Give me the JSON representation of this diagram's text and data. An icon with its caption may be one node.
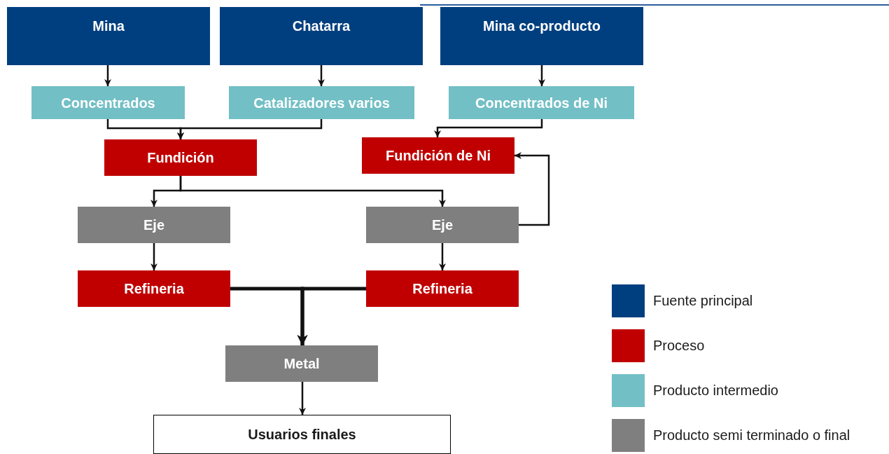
{
  "diagram": {
    "nodes": [
      {
        "text": [
          "Mina"
        ]
      },
      {
        "text": [
          "Chatarra"
        ]
      },
      {
        "text": [
          "Mina co-producto"
        ]
      },
      {
        "text": [
          "Concentrados"
        ]
      },
      {
        "text": [
          "Catalizadores varios"
        ]
      },
      {
        "text": [
          "Concentrados de Ni"
        ]
      },
      {
        "text": [
          "Fundición"
        ]
      },
      {
        "text": [
          "Fundición de Ni"
        ]
      },
      {
        "text": [
          "Eje"
        ]
      },
      {
        "text": [
          "Eje"
        ]
      },
      {
        "text": [
          "Refineria"
        ]
      },
      {
        "text": [
          "Refineria"
        ]
      },
      {
        "text": [
          "Metal"
        ]
      },
      {
        "text": [
          "Usuarios finales"
        ]
      }
    ],
    "edges": [
      {
        "from": 0,
        "to": 3,
        "arrow": "to"
      },
      {
        "from": 1,
        "to": 4,
        "arrow": "to"
      },
      {
        "from": 2,
        "to": 5,
        "arrow": "to"
      },
      {
        "from": 3,
        "to": 6,
        "arrow": "to"
      },
      {
        "from": 4,
        "to": 6,
        "arrow": "to"
      },
      {
        "from": 5,
        "to": 7,
        "arrow": "to"
      },
      {
        "from": 6,
        "to": 8,
        "arrow": "to"
      },
      {
        "from": 6,
        "to": 9,
        "arrow": "to"
      },
      {
        "from": 9,
        "to": 7,
        "arrow": "to"
      },
      {
        "from": 8,
        "to": 10,
        "arrow": "to"
      },
      {
        "from": 9,
        "to": 11,
        "arrow": "to"
      },
      {
        "from": 10,
        "to": 12,
        "arrow": "to",
        "style": "thick"
      },
      {
        "from": 11,
        "to": 12,
        "arrow": "to",
        "style": "thick"
      },
      {
        "from": 12,
        "to": 13,
        "arrow": "to"
      }
    ],
    "legend": [
      {
        "text": "Fuente principal",
        "color": "#003f7f"
      },
      {
        "text": "Proceso",
        "color": "#c00000"
      },
      {
        "text": "Producto intermedio",
        "color": "#72bfc5"
      },
      {
        "text": "Producto semi terminado o final",
        "color": "#7f7f7f"
      }
    ]
  }
}
